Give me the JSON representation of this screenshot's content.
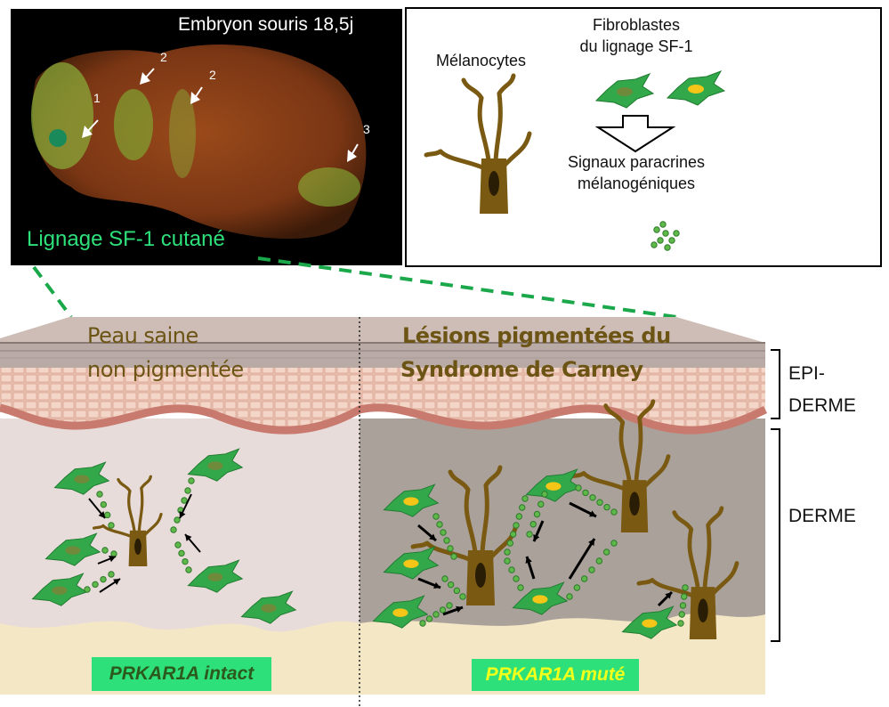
{
  "photo": {
    "title": "Embryon souris 18,5j",
    "caption": "Lignage SF-1 cutané",
    "arrow_labels": [
      "1",
      "2",
      "2",
      "3"
    ]
  },
  "legend_box": {
    "melanocytes": "Mélanocytes",
    "fibroblasts": [
      "Fibroblastes",
      "du lignage SF-1"
    ],
    "signals": [
      "Signaux paracrines",
      "mélanogéniques"
    ]
  },
  "skin": {
    "left_title": [
      "Peau saine",
      "non pigmentée"
    ],
    "right_title": [
      "Lésions pigmentées du",
      "Syndrome de Carney"
    ],
    "epidermis_label": [
      "EPI-",
      "DERME"
    ],
    "dermis_label": "DERME",
    "left_gene": "PRKAR1A intact",
    "right_gene": "PRKAR1A muté"
  },
  "colors": {
    "fluor_green": "#2ee07a",
    "melanocyte_brown": "#7a5a12",
    "fibroblast_green": "#33a84a",
    "mutant_text": "#f2ff1a",
    "intact_text": "#2c5a1c"
  }
}
